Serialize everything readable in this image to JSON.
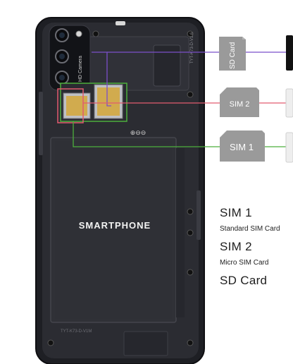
{
  "phone": {
    "battery_label": "SMARTPHONE",
    "camera_label": "HD Camera",
    "battery_symbol": "⊕⊖⊖",
    "board_code": "TYT-K73-D-V1.6",
    "bottom_code": "TYT-K73-D-V1M"
  },
  "cards": {
    "sd_card": "SD Card",
    "sim2": "SIM 2",
    "sim1": "SIM 1"
  },
  "legend": {
    "sim1_title": "SIM 1",
    "sim1_desc": "Standard SIM Card",
    "sim2_title": "SIM 2",
    "sim2_desc": "Micro SIM Card",
    "sd_title": "SD Card"
  },
  "colors": {
    "sd_line": "#7b4fc9",
    "sim2_line": "#e25b6f",
    "sim1_line": "#4caf3c",
    "phone_body": "#25262c",
    "battery": "#2f3036",
    "card_gray": "#9a9a9a"
  }
}
